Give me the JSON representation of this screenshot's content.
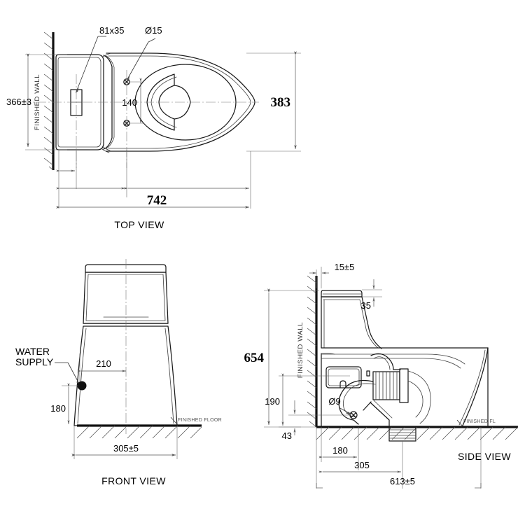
{
  "drawing": {
    "title": "One-piece toilet installation drawing",
    "line_color": "#1a1a1a",
    "dim_color": "#555555",
    "background": "#ffffff"
  },
  "views": {
    "top": {
      "label": "TOP VIEW",
      "wall_label": "FINISHED WALL",
      "dimensions": {
        "wall_to_center": "366±3",
        "bolt_slot": "81x35",
        "hole_dia": "Ø15",
        "hole_spacing": "140",
        "overall_width": "383",
        "overall_length": "742"
      }
    },
    "front": {
      "label": "FRONT VIEW",
      "floor_label": "FINISHED FLOOR",
      "water_supply_label_line1": "WATER",
      "water_supply_label_line2": "SUPPLY",
      "dimensions": {
        "supply_offset": "210",
        "supply_height": "180",
        "base_width": "305±5"
      }
    },
    "side": {
      "label": "SIDE VIEW",
      "wall_label": "FINISHED WALL",
      "floor_label": "FINISHED FL",
      "dimensions": {
        "wall_gap": "15±5",
        "tank_top_offset": "35",
        "overall_height": "654",
        "rough_in_height": "190",
        "bolt_hole_dia": "Ø9",
        "floor_clearance": "43",
        "outlet_to_wall": "180",
        "rough_in": "305",
        "overall_depth": "613±5"
      }
    }
  }
}
